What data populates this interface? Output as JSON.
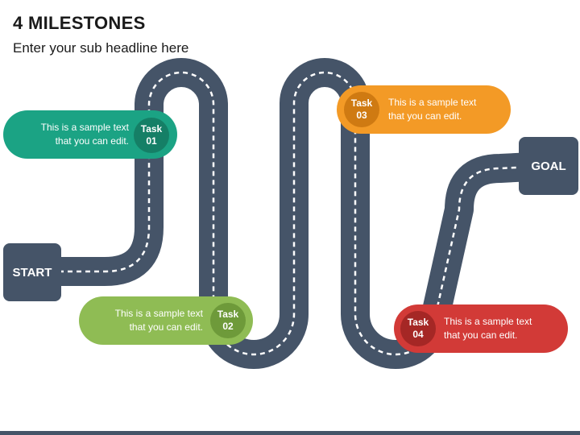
{
  "header": {
    "title": "4 MILESTONES",
    "subtitle": "Enter your sub headline here"
  },
  "start": {
    "label": "START"
  },
  "goal": {
    "label": "GOAL"
  },
  "colors": {
    "road": "#455468",
    "task1": "#1BA384",
    "task2": "#8FBC54",
    "task3": "#F39A26",
    "task4": "#D23A37"
  },
  "tasks": [
    {
      "line1": "This is a sample text",
      "line2": "that you can edit.",
      "badge_word": "Task",
      "badge_num": "01"
    },
    {
      "line1": "This is a sample text",
      "line2": "that you can edit.",
      "badge_word": "Task",
      "badge_num": "02"
    },
    {
      "line1": "This is a sample text",
      "line2": "that you can edit.",
      "badge_word": "Task",
      "badge_num": "03"
    },
    {
      "line1": "This is a sample text",
      "line2": "that you can edit.",
      "badge_word": "Task",
      "badge_num": "04"
    }
  ]
}
